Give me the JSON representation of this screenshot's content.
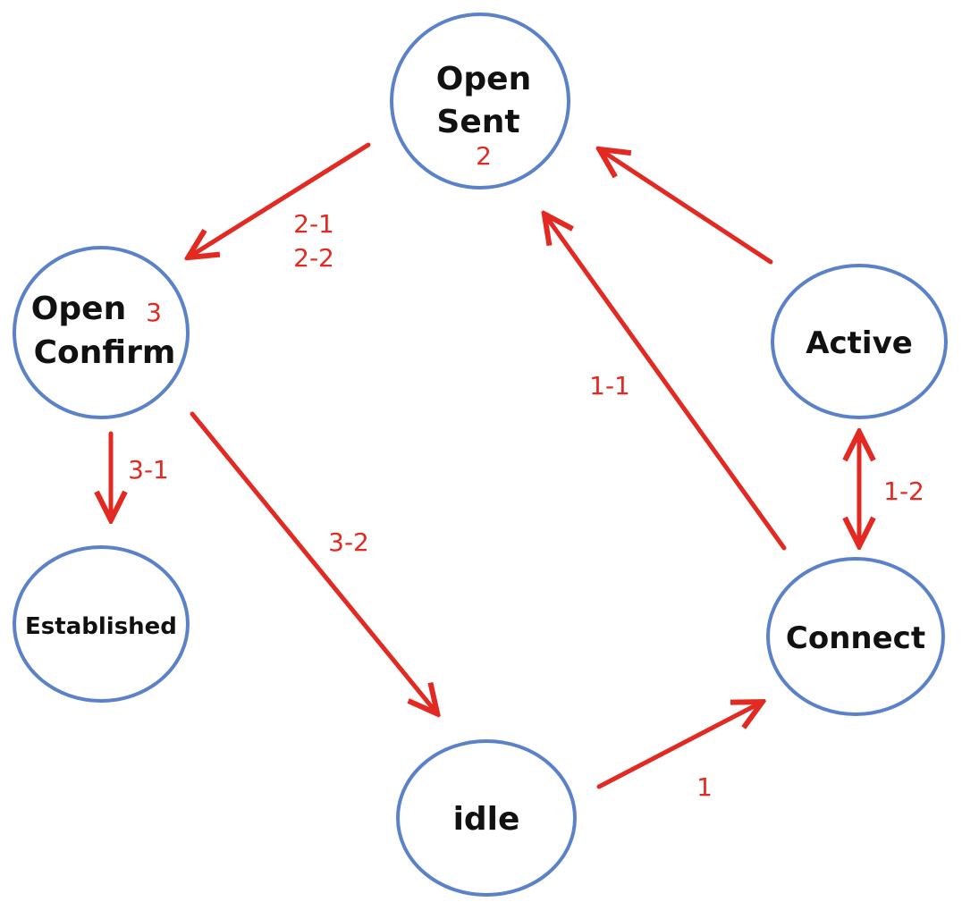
{
  "colors": {
    "node_stroke": "#5b82c8",
    "arrow": "#e32a22",
    "text": "#111111",
    "background": "#ffffff"
  },
  "nodes": {
    "open_sent": {
      "line1": "Open",
      "line2": "Sent",
      "number": "2"
    },
    "open_confirm": {
      "line1": "Open",
      "line2": "Confirm",
      "number": "3"
    },
    "established": {
      "label": "Established"
    },
    "active": {
      "label": "Active"
    },
    "connect": {
      "label": "Connect"
    },
    "idle": {
      "label": "idle"
    }
  },
  "edges": {
    "idle_to_connect": {
      "label": "1"
    },
    "connect_to_open_sent": {
      "label": "1-1"
    },
    "active_connect": {
      "label": "1-2"
    },
    "open_sent_to_open_confirm": {
      "label_line1": "2-1",
      "label_line2": "2-2"
    },
    "open_confirm_to_established": {
      "label": "3-1"
    },
    "open_confirm_to_idle": {
      "label": "3-2"
    }
  }
}
